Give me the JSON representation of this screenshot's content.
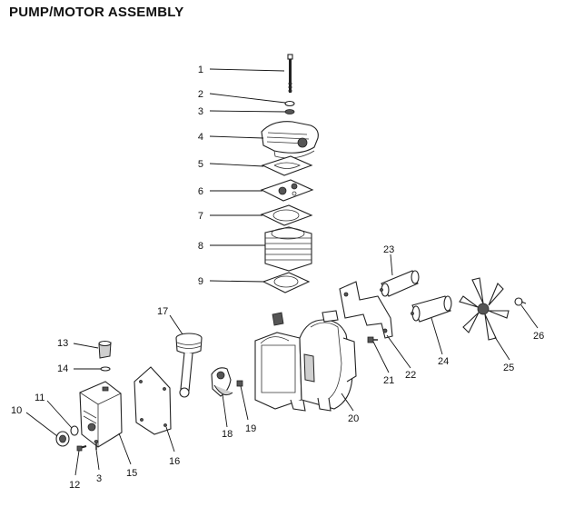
{
  "title": "PUMP/MOTOR ASSEMBLY",
  "callouts": [
    "1",
    "2",
    "3",
    "4",
    "5",
    "6",
    "7",
    "8",
    "9",
    "10",
    "11",
    "12",
    "3",
    "13",
    "14",
    "15",
    "16",
    "17",
    "18",
    "19",
    "20",
    "21",
    "22",
    "23",
    "24",
    "25",
    "26"
  ]
}
